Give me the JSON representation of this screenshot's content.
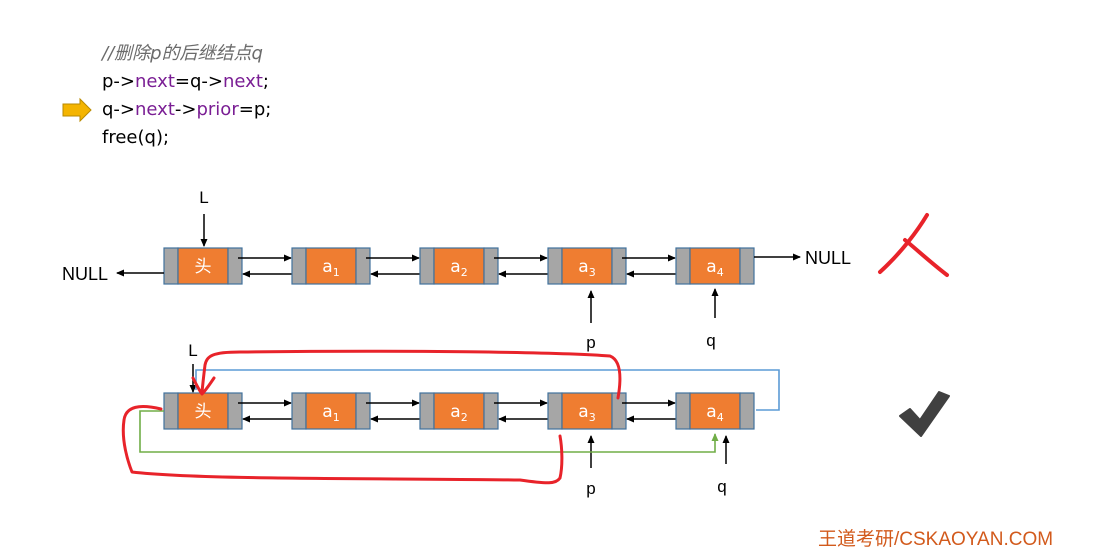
{
  "code": {
    "comment": "//删除p的后继结点q",
    "line1": {
      "a": "p->",
      "kw1": "next",
      "b": "=q->",
      "kw2": "next",
      "c": ";"
    },
    "line2": {
      "a": "q->",
      "kw1": "next",
      "b": "->",
      "kw2": "prior",
      "c": "=p;"
    },
    "line3": "free(q);",
    "current_line": 2
  },
  "diagram": {
    "top_list": {
      "nodes": [
        "头",
        "a",
        "a",
        "a",
        "a"
      ],
      "subscripts": [
        "",
        "1",
        "2",
        "3",
        "4"
      ],
      "head_pointer_label": "L",
      "left_null": "NULL",
      "right_null": "NULL",
      "p_label": "p",
      "q_label": "q"
    },
    "bottom_list": {
      "nodes": [
        "头",
        "a",
        "a",
        "a",
        "a"
      ],
      "subscripts": [
        "",
        "1",
        "2",
        "3",
        "4"
      ],
      "head_pointer_label": "L",
      "p_label": "p",
      "q_label": "q"
    },
    "wrong_mark": "X",
    "correct_mark": "check"
  },
  "colors": {
    "node_fill": "#ef7d31",
    "node_cap": "#a6a6a6",
    "node_stroke": "#41719c",
    "keyword": "#7a1e94",
    "annotation_red": "#e8232a",
    "loop_blue": "#5b9bd5",
    "loop_green": "#70ad47",
    "check": "#404040",
    "arrow_fill": "#f4b400",
    "footer": "#d25a1c"
  },
  "footer": "王道考研/CSKAOYAN.COM"
}
